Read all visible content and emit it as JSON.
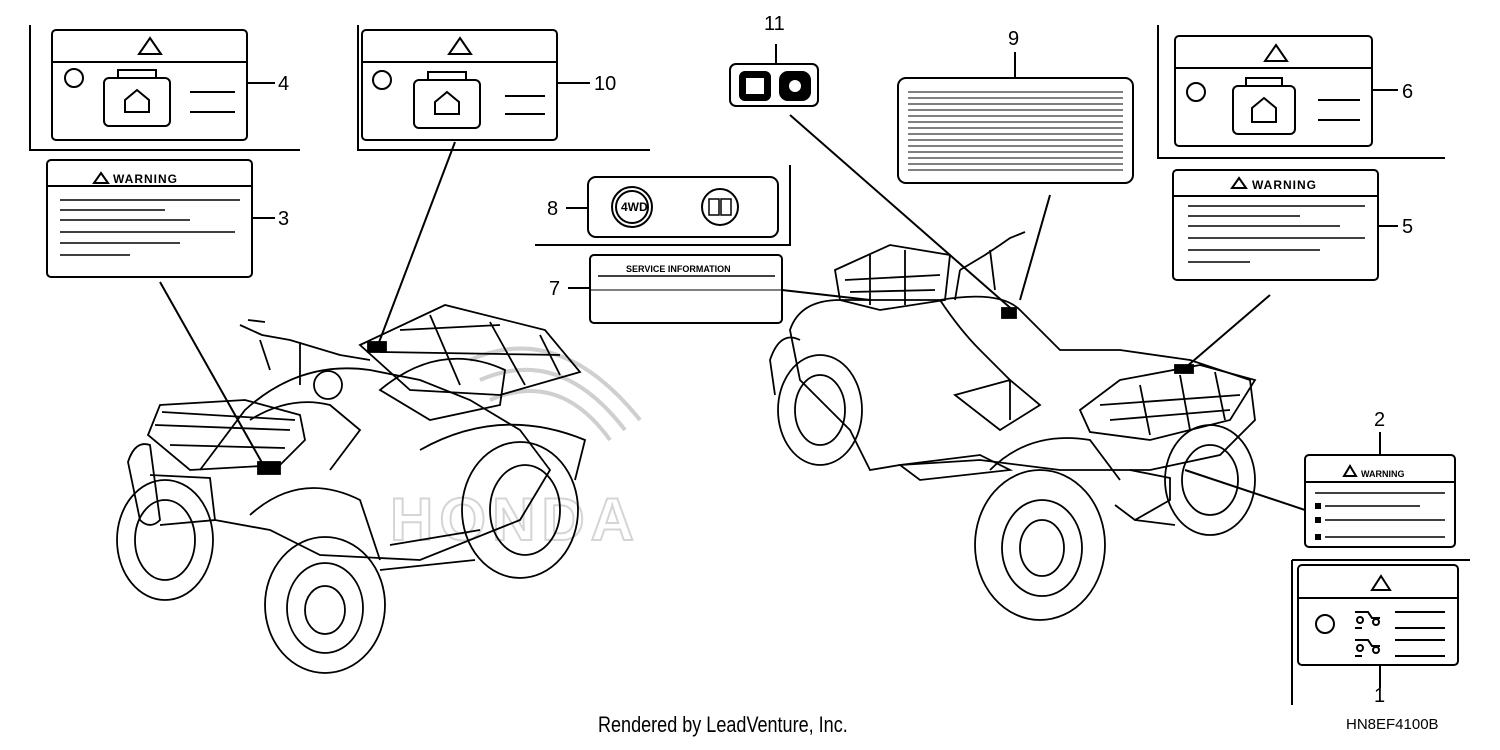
{
  "callouts": {
    "c1": "1",
    "c2": "2",
    "c3": "3",
    "c4": "4",
    "c5": "5",
    "c6": "6",
    "c7": "7",
    "c8": "8",
    "c9": "9",
    "c10": "10",
    "c11": "11"
  },
  "labels": {
    "warning": "WARNING",
    "drive_mode": "4WD",
    "service_info": "SERVICE INFORMATION"
  },
  "watermark": "HONDA",
  "footer": {
    "credit": "Rendered by LeadVenture, Inc.",
    "code": "HN8EF4100B"
  }
}
